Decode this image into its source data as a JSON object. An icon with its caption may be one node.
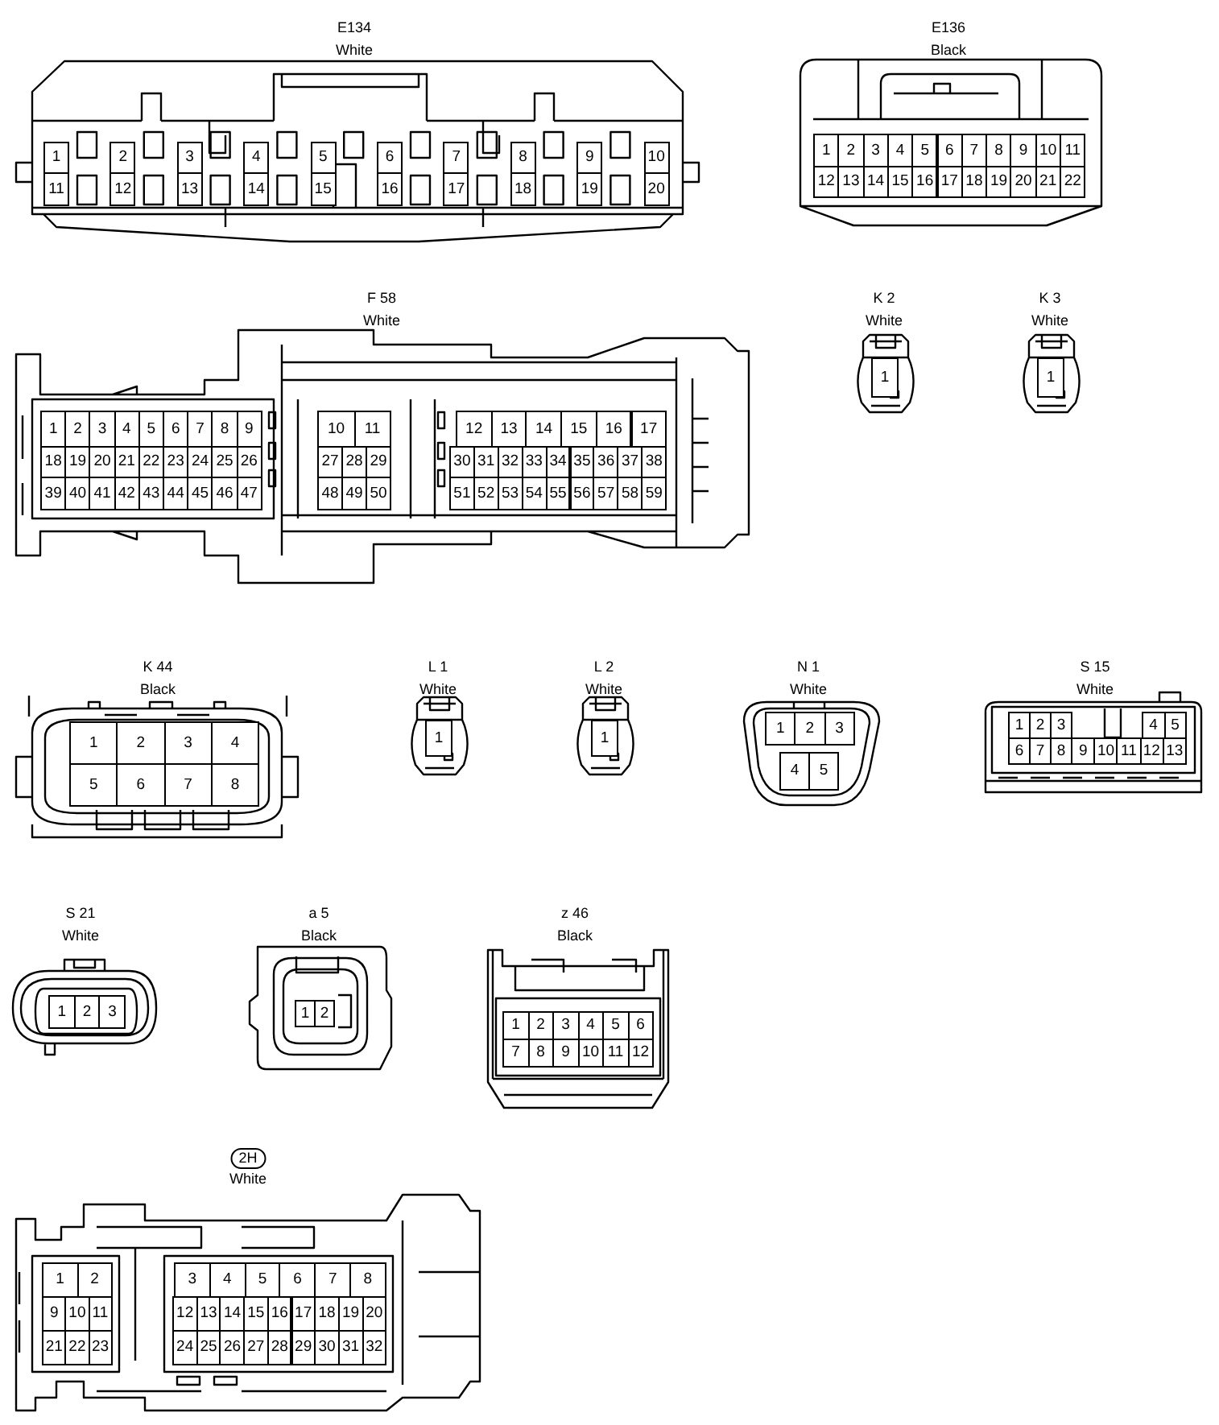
{
  "diagram": {
    "nodes": [
      {
        "text": [
          "E134",
          "White"
        ]
      },
      {
        "text": [
          "1"
        ],
        "in": 0
      },
      {
        "text": [
          "2"
        ],
        "in": 0
      },
      {
        "text": [
          "3"
        ],
        "in": 0
      },
      {
        "text": [
          "4"
        ],
        "in": 0
      },
      {
        "text": [
          "5"
        ],
        "in": 0
      },
      {
        "text": [
          "6"
        ],
        "in": 0
      },
      {
        "text": [
          "7"
        ],
        "in": 0
      },
      {
        "text": [
          "8"
        ],
        "in": 0
      },
      {
        "text": [
          "9"
        ],
        "in": 0
      },
      {
        "text": [
          "10"
        ],
        "in": 0
      },
      {
        "text": [
          "11"
        ],
        "in": 0
      },
      {
        "text": [
          "12"
        ],
        "in": 0
      },
      {
        "text": [
          "13"
        ],
        "in": 0
      },
      {
        "text": [
          "14"
        ],
        "in": 0
      },
      {
        "text": [
          "15"
        ],
        "in": 0
      },
      {
        "text": [
          "16"
        ],
        "in": 0
      },
      {
        "text": [
          "17"
        ],
        "in": 0
      },
      {
        "text": [
          "18"
        ],
        "in": 0
      },
      {
        "text": [
          "19"
        ],
        "in": 0
      },
      {
        "text": [
          "20"
        ],
        "in": 0
      },
      {
        "text": [
          "E136",
          "Black"
        ]
      },
      {
        "text": [
          "1"
        ],
        "in": 21
      },
      {
        "text": [
          "2"
        ],
        "in": 21
      },
      {
        "text": [
          "3"
        ],
        "in": 21
      },
      {
        "text": [
          "4"
        ],
        "in": 21
      },
      {
        "text": [
          "5"
        ],
        "in": 21
      },
      {
        "text": [
          "6"
        ],
        "in": 21
      },
      {
        "text": [
          "7"
        ],
        "in": 21
      },
      {
        "text": [
          "8"
        ],
        "in": 21
      },
      {
        "text": [
          "9"
        ],
        "in": 21
      },
      {
        "text": [
          "10"
        ],
        "in": 21
      },
      {
        "text": [
          "11"
        ],
        "in": 21
      },
      {
        "text": [
          "12"
        ],
        "in": 21
      },
      {
        "text": [
          "13"
        ],
        "in": 21
      },
      {
        "text": [
          "14"
        ],
        "in": 21
      },
      {
        "text": [
          "15"
        ],
        "in": 21
      },
      {
        "text": [
          "16"
        ],
        "in": 21
      },
      {
        "text": [
          "17"
        ],
        "in": 21
      },
      {
        "text": [
          "18"
        ],
        "in": 21
      },
      {
        "text": [
          "19"
        ],
        "in": 21
      },
      {
        "text": [
          "20"
        ],
        "in": 21
      },
      {
        "text": [
          "21"
        ],
        "in": 21
      },
      {
        "text": [
          "22"
        ],
        "in": 21
      },
      {
        "text": [
          "F 58",
          "White"
        ]
      },
      {
        "text": [
          "1"
        ],
        "in": 44
      },
      {
        "text": [
          "2"
        ],
        "in": 44
      },
      {
        "text": [
          "3"
        ],
        "in": 44
      },
      {
        "text": [
          "4"
        ],
        "in": 44
      },
      {
        "text": [
          "5"
        ],
        "in": 44
      },
      {
        "text": [
          "6"
        ],
        "in": 44
      },
      {
        "text": [
          "7"
        ],
        "in": 44
      },
      {
        "text": [
          "8"
        ],
        "in": 44
      },
      {
        "text": [
          "9"
        ],
        "in": 44
      },
      {
        "text": [
          "10"
        ],
        "in": 44
      },
      {
        "text": [
          "11"
        ],
        "in": 44
      },
      {
        "text": [
          "12"
        ],
        "in": 44
      },
      {
        "text": [
          "13"
        ],
        "in": 44
      },
      {
        "text": [
          "14"
        ],
        "in": 44
      },
      {
        "text": [
          "15"
        ],
        "in": 44
      },
      {
        "text": [
          "16"
        ],
        "in": 44
      },
      {
        "text": [
          "17"
        ],
        "in": 44
      },
      {
        "text": [
          "18"
        ],
        "in": 44
      },
      {
        "text": [
          "19"
        ],
        "in": 44
      },
      {
        "text": [
          "20"
        ],
        "in": 44
      },
      {
        "text": [
          "21"
        ],
        "in": 44
      },
      {
        "text": [
          "22"
        ],
        "in": 44
      },
      {
        "text": [
          "23"
        ],
        "in": 44
      },
      {
        "text": [
          "24"
        ],
        "in": 44
      },
      {
        "text": [
          "25"
        ],
        "in": 44
      },
      {
        "text": [
          "26"
        ],
        "in": 44
      },
      {
        "text": [
          "27"
        ],
        "in": 44
      },
      {
        "text": [
          "28"
        ],
        "in": 44
      },
      {
        "text": [
          "29"
        ],
        "in": 44
      },
      {
        "text": [
          "30"
        ],
        "in": 44
      },
      {
        "text": [
          "31"
        ],
        "in": 44
      },
      {
        "text": [
          "32"
        ],
        "in": 44
      },
      {
        "text": [
          "33"
        ],
        "in": 44
      },
      {
        "text": [
          "34"
        ],
        "in": 44
      },
      {
        "text": [
          "35"
        ],
        "in": 44
      },
      {
        "text": [
          "36"
        ],
        "in": 44
      },
      {
        "text": [
          "37"
        ],
        "in": 44
      },
      {
        "text": [
          "38"
        ],
        "in": 44
      },
      {
        "text": [
          "39"
        ],
        "in": 44
      },
      {
        "text": [
          "40"
        ],
        "in": 44
      },
      {
        "text": [
          "41"
        ],
        "in": 44
      },
      {
        "text": [
          "42"
        ],
        "in": 44
      },
      {
        "text": [
          "43"
        ],
        "in": 44
      },
      {
        "text": [
          "44"
        ],
        "in": 44
      },
      {
        "text": [
          "45"
        ],
        "in": 44
      },
      {
        "text": [
          "46"
        ],
        "in": 44
      },
      {
        "text": [
          "47"
        ],
        "in": 44
      },
      {
        "text": [
          "48"
        ],
        "in": 44
      },
      {
        "text": [
          "49"
        ],
        "in": 44
      },
      {
        "text": [
          "50"
        ],
        "in": 44
      },
      {
        "text": [
          "51"
        ],
        "in": 44
      },
      {
        "text": [
          "52"
        ],
        "in": 44
      },
      {
        "text": [
          "53"
        ],
        "in": 44
      },
      {
        "text": [
          "54"
        ],
        "in": 44
      },
      {
        "text": [
          "55"
        ],
        "in": 44
      },
      {
        "text": [
          "56"
        ],
        "in": 44
      },
      {
        "text": [
          "57"
        ],
        "in": 44
      },
      {
        "text": [
          "58"
        ],
        "in": 44
      },
      {
        "text": [
          "59"
        ],
        "in": 44
      },
      {
        "text": [
          "K 2",
          "White"
        ]
      },
      {
        "text": [
          "1"
        ],
        "in": 104
      },
      {
        "text": [
          "K 3",
          "White"
        ]
      },
      {
        "text": [
          "1"
        ],
        "in": 106
      },
      {
        "text": [
          "K 44",
          "Black"
        ]
      },
      {
        "text": [
          "1"
        ],
        "in": 108
      },
      {
        "text": [
          "2"
        ],
        "in": 108
      },
      {
        "text": [
          "3"
        ],
        "in": 108
      },
      {
        "text": [
          "4"
        ],
        "in": 108
      },
      {
        "text": [
          "5"
        ],
        "in": 108
      },
      {
        "text": [
          "6"
        ],
        "in": 108
      },
      {
        "text": [
          "7"
        ],
        "in": 108
      },
      {
        "text": [
          "8"
        ],
        "in": 108
      },
      {
        "text": [
          "L 1",
          "White"
        ]
      },
      {
        "text": [
          "1"
        ],
        "in": 117
      },
      {
        "text": [
          "L 2",
          "White"
        ]
      },
      {
        "text": [
          "1"
        ],
        "in": 119
      },
      {
        "text": [
          "N 1",
          "White"
        ]
      },
      {
        "text": [
          "1"
        ],
        "in": 121
      },
      {
        "text": [
          "2"
        ],
        "in": 121
      },
      {
        "text": [
          "3"
        ],
        "in": 121
      },
      {
        "text": [
          "4"
        ],
        "in": 121
      },
      {
        "text": [
          "5"
        ],
        "in": 121
      },
      {
        "text": [
          "S 15",
          "White"
        ]
      },
      {
        "text": [
          "1"
        ],
        "in": 127
      },
      {
        "text": [
          "2"
        ],
        "in": 127
      },
      {
        "text": [
          "3"
        ],
        "in": 127
      },
      {
        "text": [
          "4"
        ],
        "in": 127
      },
      {
        "text": [
          "5"
        ],
        "in": 127
      },
      {
        "text": [
          "6"
        ],
        "in": 127
      },
      {
        "text": [
          "7"
        ],
        "in": 127
      },
      {
        "text": [
          "8"
        ],
        "in": 127
      },
      {
        "text": [
          "9"
        ],
        "in": 127
      },
      {
        "text": [
          "10"
        ],
        "in": 127
      },
      {
        "text": [
          "11"
        ],
        "in": 127
      },
      {
        "text": [
          "12"
        ],
        "in": 127
      },
      {
        "text": [
          "13"
        ],
        "in": 127
      },
      {
        "text": [
          "S 21",
          "White"
        ]
      },
      {
        "text": [
          "1"
        ],
        "in": 141
      },
      {
        "text": [
          "2"
        ],
        "in": 141
      },
      {
        "text": [
          "3"
        ],
        "in": 141
      },
      {
        "text": [
          "a 5",
          "Black"
        ]
      },
      {
        "text": [
          "1"
        ],
        "in": 145
      },
      {
        "text": [
          "2"
        ],
        "in": 145
      },
      {
        "text": [
          "z 46",
          "Black"
        ]
      },
      {
        "text": [
          "1"
        ],
        "in": 148
      },
      {
        "text": [
          "2"
        ],
        "in": 148
      },
      {
        "text": [
          "3"
        ],
        "in": 148
      },
      {
        "text": [
          "4"
        ],
        "in": 148
      },
      {
        "text": [
          "5"
        ],
        "in": 148
      },
      {
        "text": [
          "6"
        ],
        "in": 148
      },
      {
        "text": [
          "7"
        ],
        "in": 148
      },
      {
        "text": [
          "8"
        ],
        "in": 148
      },
      {
        "text": [
          "9"
        ],
        "in": 148
      },
      {
        "text": [
          "10"
        ],
        "in": 148
      },
      {
        "text": [
          "11"
        ],
        "in": 148
      },
      {
        "text": [
          "12"
        ],
        "in": 148
      },
      {
        "text": [
          "2H",
          "White"
        ]
      },
      {
        "text": [
          "1"
        ],
        "in": 161
      },
      {
        "text": [
          "2"
        ],
        "in": 161
      },
      {
        "text": [
          "3"
        ],
        "in": 161
      },
      {
        "text": [
          "4"
        ],
        "in": 161
      },
      {
        "text": [
          "5"
        ],
        "in": 161
      },
      {
        "text": [
          "6"
        ],
        "in": 161
      },
      {
        "text": [
          "7"
        ],
        "in": 161
      },
      {
        "text": [
          "8"
        ],
        "in": 161
      },
      {
        "text": [
          "9"
        ],
        "in": 161
      },
      {
        "text": [
          "10"
        ],
        "in": 161
      },
      {
        "text": [
          "11"
        ],
        "in": 161
      },
      {
        "text": [
          "12"
        ],
        "in": 161
      },
      {
        "text": [
          "13"
        ],
        "in": 161
      },
      {
        "text": [
          "14"
        ],
        "in": 161
      },
      {
        "text": [
          "15"
        ],
        "in": 161
      },
      {
        "text": [
          "16"
        ],
        "in": 161
      },
      {
        "text": [
          "17"
        ],
        "in": 161
      },
      {
        "text": [
          "18"
        ],
        "in": 161
      },
      {
        "text": [
          "19"
        ],
        "in": 161
      },
      {
        "text": [
          "20"
        ],
        "in": 161
      },
      {
        "text": [
          "21"
        ],
        "in": 161
      },
      {
        "text": [
          "22"
        ],
        "in": 161
      },
      {
        "text": [
          "23"
        ],
        "in": 161
      },
      {
        "text": [
          "24"
        ],
        "in": 161
      },
      {
        "text": [
          "25"
        ],
        "in": 161
      },
      {
        "text": [
          "26"
        ],
        "in": 161
      },
      {
        "text": [
          "27"
        ],
        "in": 161
      },
      {
        "text": [
          "28"
        ],
        "in": 161
      },
      {
        "text": [
          "29"
        ],
        "in": 161
      },
      {
        "text": [
          "30"
        ],
        "in": 161
      },
      {
        "text": [
          "31"
        ],
        "in": 161
      },
      {
        "text": [
          "32"
        ],
        "in": 161
      }
    ]
  }
}
